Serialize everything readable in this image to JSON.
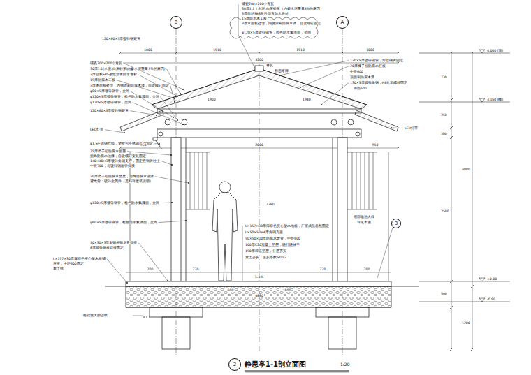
{
  "diagram": {
    "title": "静思亭1-1剖立面图",
    "nodes": [
      {
        "text": [
          "B"
        ]
      },
      {
        "text": [
          "A"
        ]
      },
      {
        "text": [
          "3"
        ]
      },
      {
        "text": [
          "2"
        ]
      }
    ],
    "labels": [
      "铺瓷200×200小青瓦",
      "30厚1:1（水泥:白灰砂浆（内掺水泥重量5%的麻刀）",
      "3厚自粘SBS改性沥青防水卷材",
      "15厚防水木工板",
      "3厚木面板处理，内侧涂刷防腐木漆，自攻螺钉固定",
      "φ120×5厚镀锌钢管，检色防水氟漆面，金同",
      "120×60×3厚镀锌钢矩管",
      "1000",
      "1510",
      "1510",
      "1000",
      "5200",
      "4.000 (顶)",
      "3.160 (檐)",
      "脊瓦",
      "静思亭牌",
      "130×5厚镀锌钢管，焊往钢管固定",
      "20厚樟子松防腐木挂板",
      "中距600",
      "顶面刷防腐木漆",
      "130×3厚镀锌角钢，M8化学螺栓固定",
      "中距600",
      "LED灯带",
      "铺瓷200×200小青瓦",
      "30厚1:1(水泥:白灰砂浆(内掺水泥重量5%的麻刀)",
      "3厚自粘SBS改性沥青防水卷材",
      "15厚防腐木工板",
      "3厚木面板处理，内侧涂刷防腐木漆，自攻螺钉固定",
      "φ80×5厚镀锌钢管，金同",
      "φ120×5厚镀锌钢管，检色防水氟漆面，金同",
      "φ120×5厚镀锌钢管，金同",
      "120×60×3厚镀锌钢矩管",
      "LED灯带",
      "φ1.5不锈钢丝绳，塑胶包不锈钢吊钩固定",
      "25厚樟子松防腐木面层",
      "面饰防腐木油漆，自攻螺钉安装固定",
      "140×40×3厚镀锌角钢支撑，固定在钢管柱上",
      "中距700，与镀锌钢圆管焊接",
      "30厚樟子松防腐木坐凳，面饰防腐木油漆",
      "背龙骨：镀锌金属件（选料详建筑说明）",
      "φ120×5厚镀锌钢管，检色防水氟漆面，金同",
      "φ60×5厚镀锌钢管，检色防水氟漆面，金同",
      "50×30×3厚角钢与钢龙骨焊接",
      "8厚镀锌钢板焊接固定",
      "L×157×30厚深棕色实心塑木板铺",
      "压实，中距600固定",
      "素土线",
      "L×157×30厚深棕色实心塑木地板，厂家成品自然固定",
      "L×50×50×4厚角钢支座",
      "50×50×10厚防腐木龙骨，中距600",
      "100厚C20混凝土垫层，随打随抹平",
      "150厚碎石垫层，分层夯实",
      "素土夯实，压实系数≥0.93",
      "细部做法大样",
      "详见本图",
      "1900",
      "1940",
      "950",
      "2000",
      "950",
      "2380",
      "700",
      "770",
      "770",
      "700",
      "600",
      "600",
      "i=1%",
      "4880",
      "±0.00",
      "-0.90",
      "730",
      "350",
      "380",
      "2500",
      "4000",
      "500",
      "1200",
      "柱础放大脚边线",
      "1:20"
    ]
  }
}
